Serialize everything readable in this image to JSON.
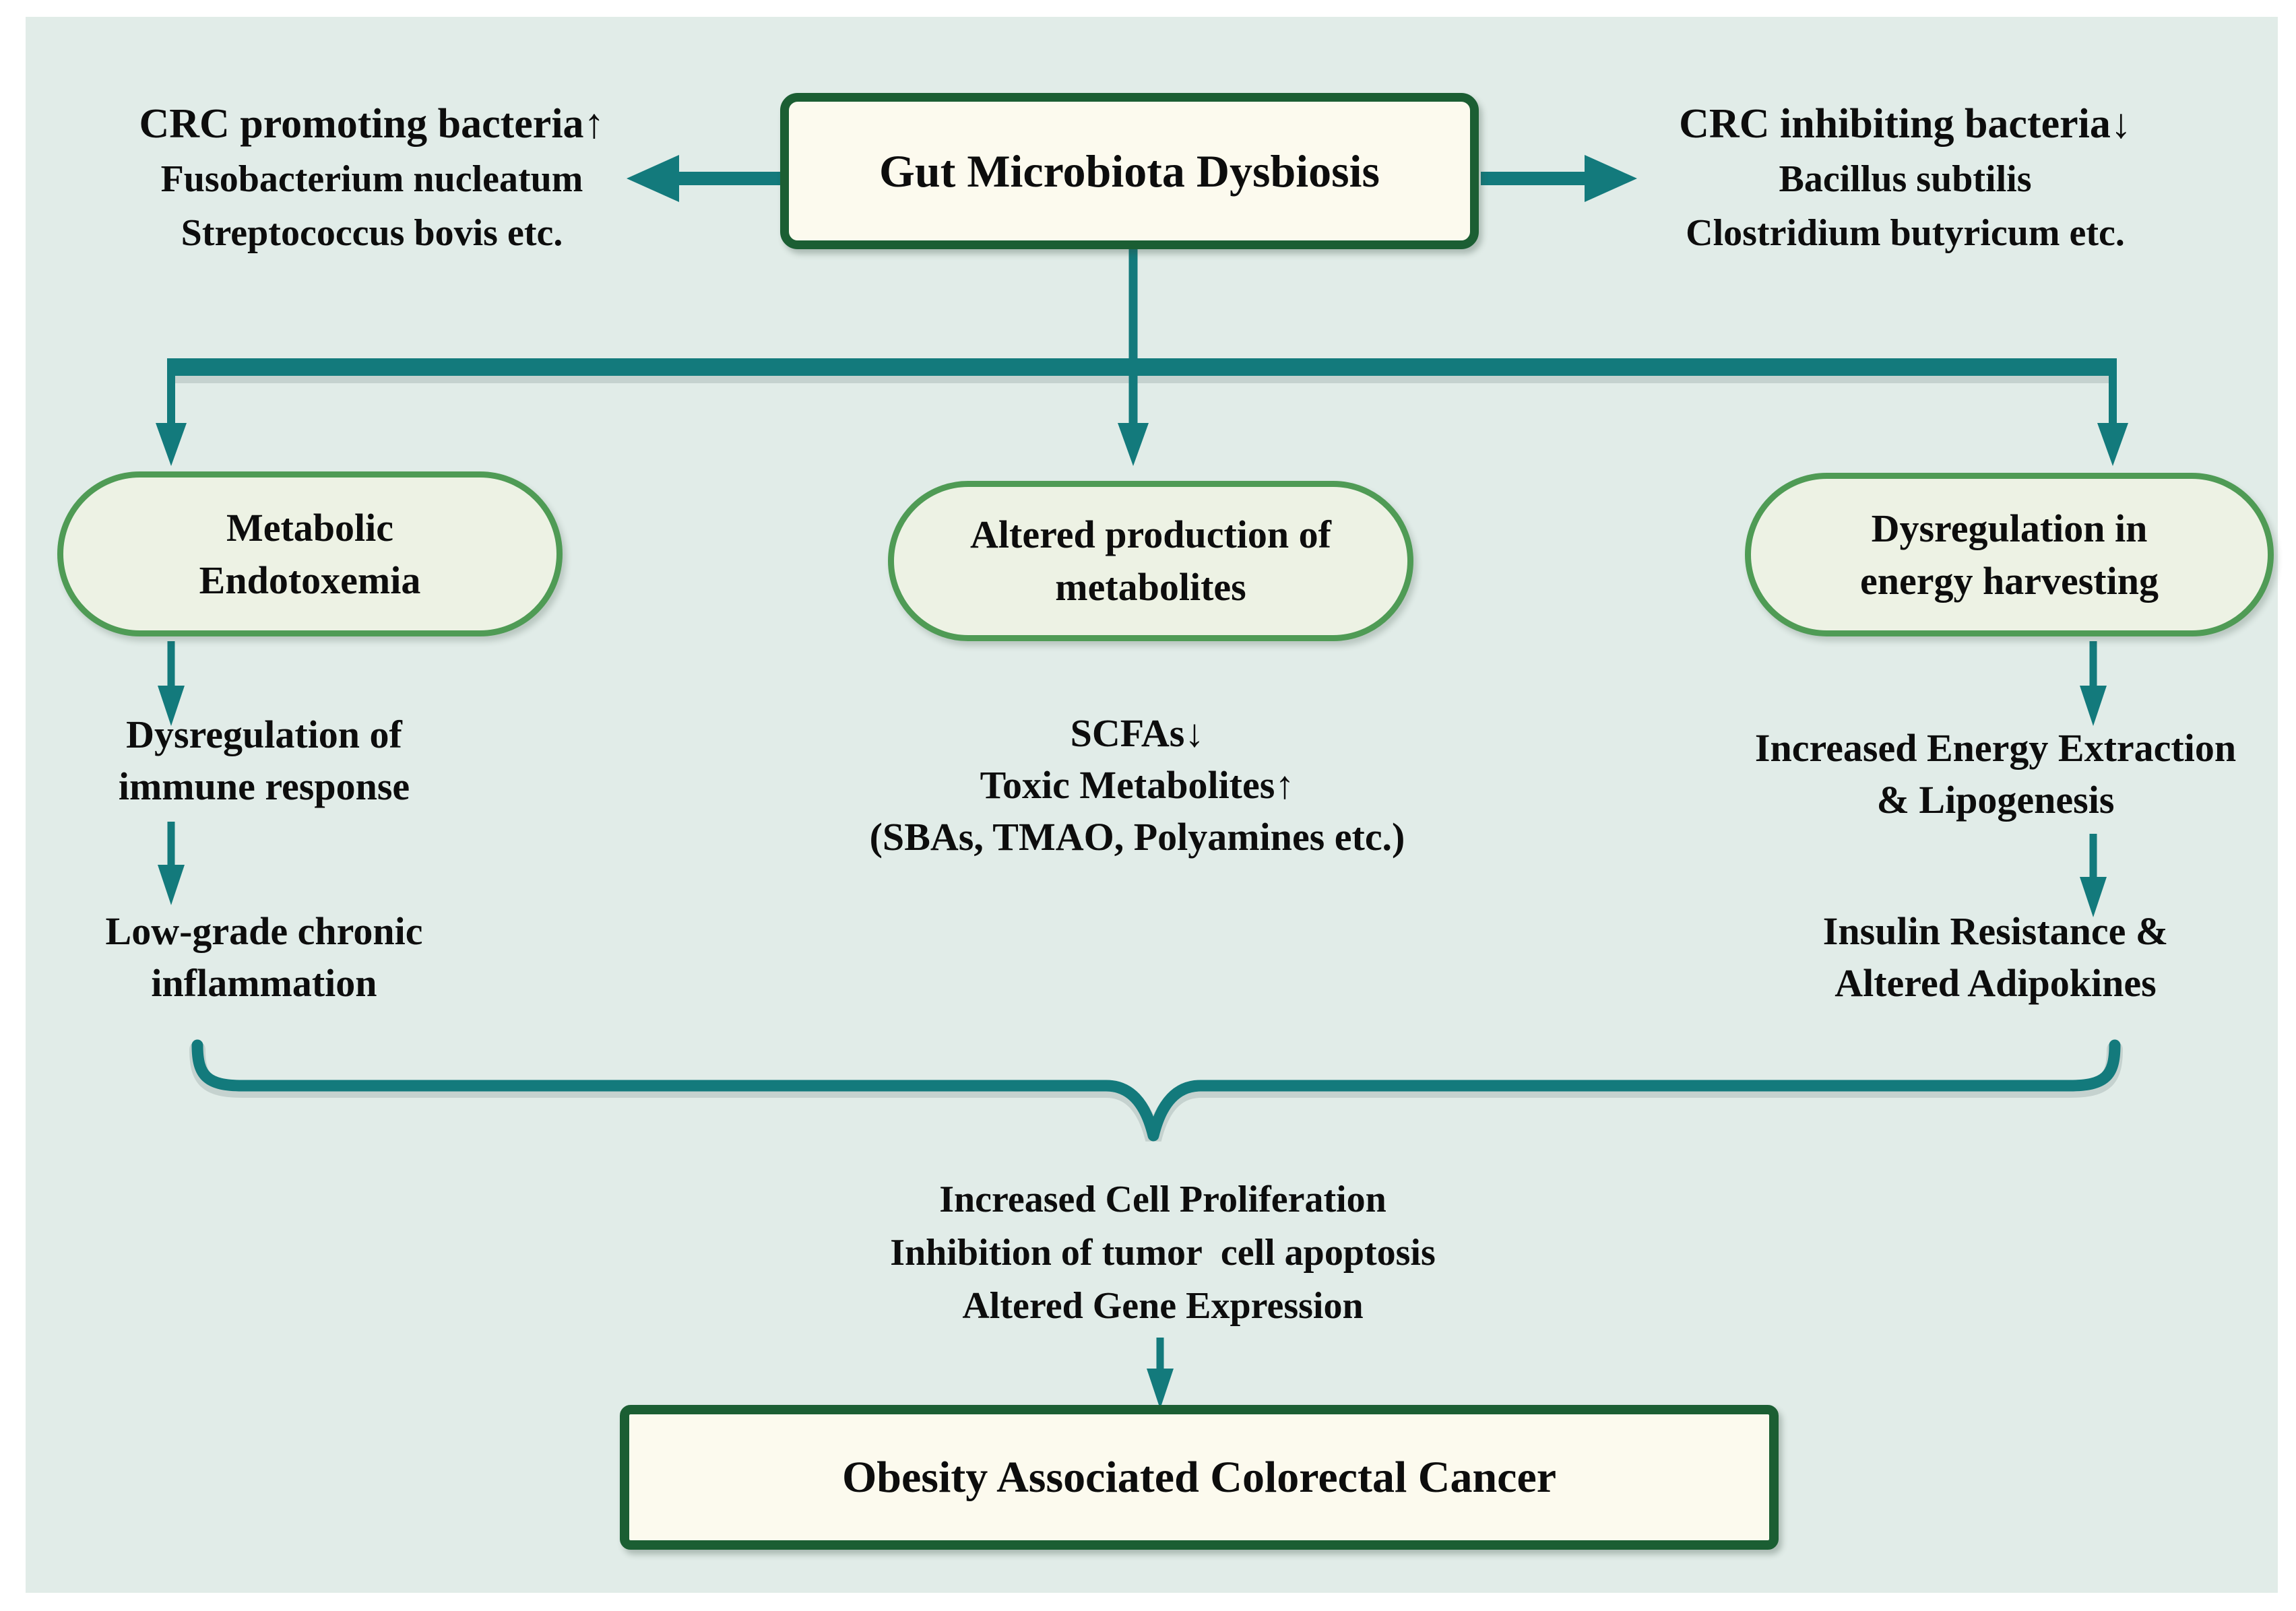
{
  "figure": {
    "type": "flow-diagram",
    "topic": "Gut microbiota dysbiosis pathways leading to obesity associated colorectal cancer"
  },
  "colors": {
    "page_margin": "#ffffff",
    "panel_background": "#e1ece8",
    "arrow_teal": "#137a7c",
    "dark_green_border": "#1b5e33",
    "medium_green_border": "#4f9b55",
    "pill_fill": "#edf2e4",
    "cream_fill": "#fcfaee",
    "text": "#0d0d0d"
  },
  "top_box": {
    "label": "Gut Microbiota Dysbiosis"
  },
  "left_note": [
    "CRC promoting bacteria↑",
    "Fusobacterium nucleatum",
    "Streptococcus bovis etc."
  ],
  "right_note": [
    "CRC inhibiting bacteria↓",
    "Bacillus subtilis",
    "Clostridium butyricum etc."
  ],
  "branch_boxes": {
    "left": [
      "Metabolic",
      "Endotoxemia"
    ],
    "middle": [
      "Altered production of",
      "metabolites"
    ],
    "right": [
      "Dysregulation in",
      "energy harvesting"
    ]
  },
  "left_chain": {
    "step1": [
      "Dysregulation of",
      "immune response"
    ],
    "step2": [
      "Low-grade chronic",
      "inflammation"
    ]
  },
  "middle_list": [
    "SCFAs↓",
    "Toxic Metabolites↑",
    "(SBAs, TMAO, Polyamines etc.)"
  ],
  "right_chain": {
    "step1": [
      "Increased Energy Extraction",
      "& Lipogenesis"
    ],
    "step2": [
      "Insulin Resistance &",
      "Altered Adipokines"
    ]
  },
  "outcome": [
    "Increased Cell Proliferation",
    "Inhibition of tumor  cell apoptosis",
    "Altered Gene Expression"
  ],
  "final_box": {
    "label": "Obesity Associated Colorectal Cancer"
  }
}
